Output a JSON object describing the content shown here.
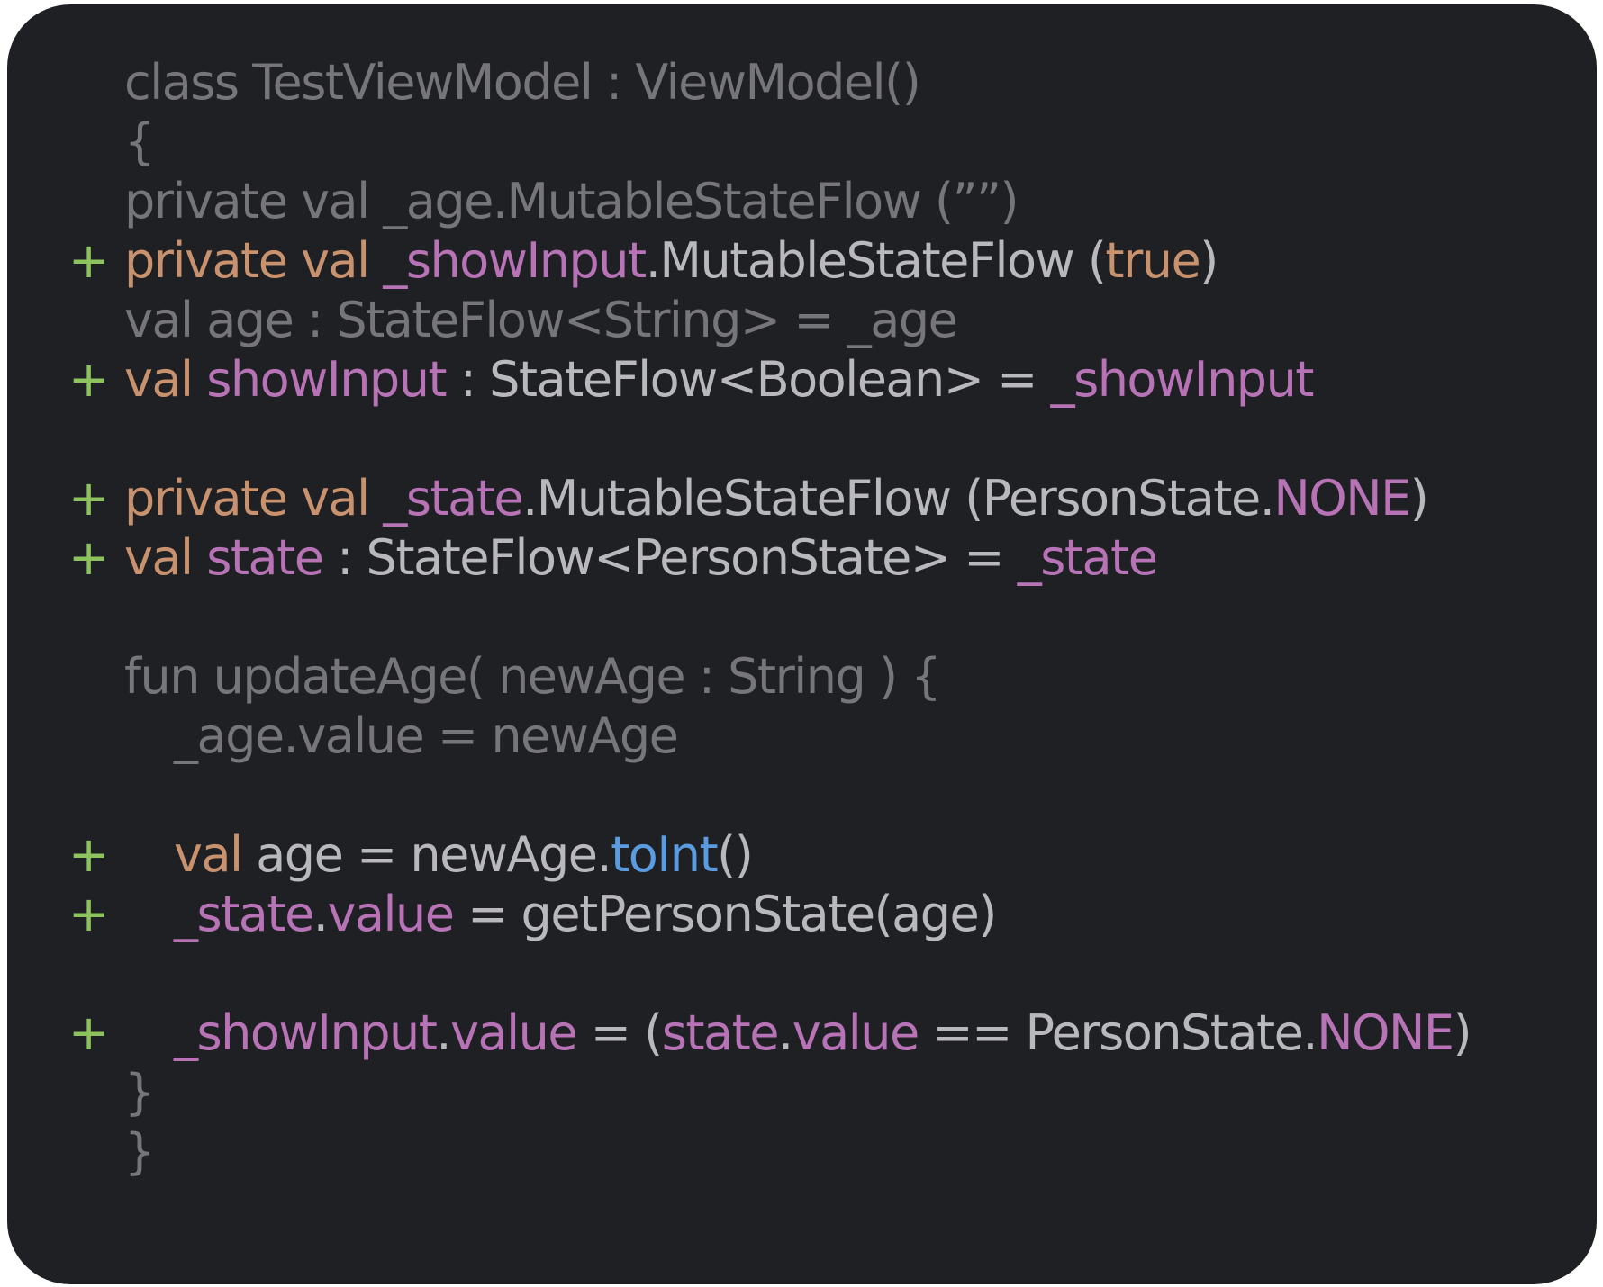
{
  "colors": {
    "background": "#1f2024",
    "added_marker": "#8dc35d",
    "dimmed": "#76767a",
    "keyword": "#c9926e",
    "plain": "#b9b9bd",
    "property": "#b773b6",
    "function": "#5b9be0"
  },
  "code": {
    "lines": [
      {
        "marker": "",
        "indent": 0,
        "tokens": [
          {
            "t": "class TestViewModel : ViewModel()",
            "c": "dim"
          }
        ]
      },
      {
        "marker": "",
        "indent": 0,
        "tokens": [
          {
            "t": "{",
            "c": "dim"
          }
        ]
      },
      {
        "marker": "",
        "indent": 1,
        "tokens": [
          {
            "t": "private val _age.MutableStateFlow (””)",
            "c": "dim"
          }
        ]
      },
      {
        "marker": "+",
        "indent": 1,
        "tokens": [
          {
            "t": "private val ",
            "c": "kw"
          },
          {
            "t": "_showInput",
            "c": "pu"
          },
          {
            "t": ".MutableStateFlow (",
            "c": "pl"
          },
          {
            "t": "true",
            "c": "kw"
          },
          {
            "t": ")",
            "c": "pl"
          }
        ]
      },
      {
        "marker": "",
        "indent": 1,
        "tokens": [
          {
            "t": "val age : StateFlow<String> = _age",
            "c": "dim"
          }
        ]
      },
      {
        "marker": "+",
        "indent": 1,
        "tokens": [
          {
            "t": "val ",
            "c": "kw"
          },
          {
            "t": "showInput",
            "c": "pu"
          },
          {
            "t": " : StateFlow<Boolean> = ",
            "c": "pl"
          },
          {
            "t": "_showInput",
            "c": "pu"
          }
        ]
      },
      {
        "marker": "",
        "indent": 0,
        "tokens": []
      },
      {
        "marker": "+",
        "indent": 1,
        "tokens": [
          {
            "t": "private val ",
            "c": "kw"
          },
          {
            "t": "_state",
            "c": "pu"
          },
          {
            "t": ".MutableStateFlow (PersonState.",
            "c": "pl"
          },
          {
            "t": "NONE",
            "c": "pu"
          },
          {
            "t": ")",
            "c": "pl"
          }
        ]
      },
      {
        "marker": "+",
        "indent": 1,
        "tokens": [
          {
            "t": "val ",
            "c": "kw"
          },
          {
            "t": "state",
            "c": "pu"
          },
          {
            "t": " : StateFlow<PersonState> = ",
            "c": "pl"
          },
          {
            "t": "_state",
            "c": "pu"
          }
        ]
      },
      {
        "marker": "",
        "indent": 0,
        "tokens": []
      },
      {
        "marker": "",
        "indent": 1,
        "tokens": [
          {
            "t": "fun updateAge( newAge : String ) {",
            "c": "dim"
          }
        ]
      },
      {
        "marker": "",
        "indent": 2,
        "tokens": [
          {
            "t": "_age.value = newAge",
            "c": "dim"
          }
        ]
      },
      {
        "marker": "",
        "indent": 0,
        "tokens": []
      },
      {
        "marker": "+",
        "indent": 2,
        "tokens": [
          {
            "t": "val ",
            "c": "kw"
          },
          {
            "t": "age = newAge.",
            "c": "pl"
          },
          {
            "t": "toInt",
            "c": "fn"
          },
          {
            "t": "()",
            "c": "pl"
          }
        ]
      },
      {
        "marker": "+",
        "indent": 2,
        "tokens": [
          {
            "t": "_state",
            "c": "pu"
          },
          {
            "t": ".",
            "c": "pl"
          },
          {
            "t": "value",
            "c": "pu"
          },
          {
            "t": " = getPersonState(age)",
            "c": "pl"
          }
        ]
      },
      {
        "marker": "",
        "indent": 0,
        "tokens": []
      },
      {
        "marker": "+",
        "indent": 2,
        "tokens": [
          {
            "t": "_showInput",
            "c": "pu"
          },
          {
            "t": ".",
            "c": "pl"
          },
          {
            "t": "value",
            "c": "pu"
          },
          {
            "t": " = (",
            "c": "pl"
          },
          {
            "t": "state",
            "c": "pu"
          },
          {
            "t": ".",
            "c": "pl"
          },
          {
            "t": "value",
            "c": "pu"
          },
          {
            "t": " == PersonState.",
            "c": "pl"
          },
          {
            "t": "NONE",
            "c": "pu"
          },
          {
            "t": ")",
            "c": "pl"
          }
        ]
      },
      {
        "marker": "",
        "indent": 1,
        "tokens": [
          {
            "t": "}",
            "c": "dim"
          }
        ]
      },
      {
        "marker": "",
        "indent": 0,
        "tokens": [
          {
            "t": "}",
            "c": "dim"
          }
        ]
      }
    ]
  }
}
